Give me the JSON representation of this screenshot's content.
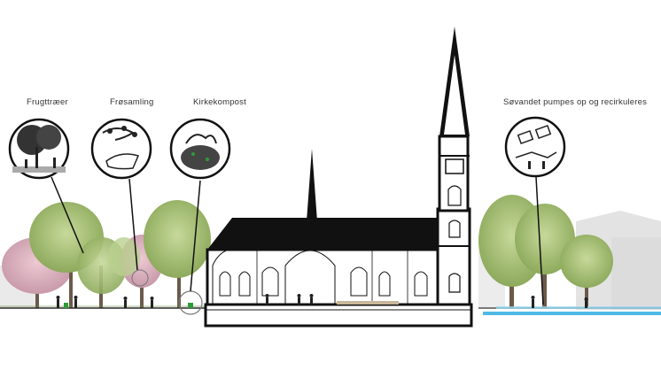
{
  "callouts": [
    {
      "id": "fruit-trees",
      "label": "Frugttræer",
      "icon": "fruit-tree-icon"
    },
    {
      "id": "seed-collection",
      "label": "Frøsamling",
      "icon": "seed-hand-icon"
    },
    {
      "id": "church-compost",
      "label": "Kirkekompost",
      "icon": "compost-icon"
    },
    {
      "id": "lake-water",
      "label": "Søvandet pumpes op og recirkuleres",
      "icon": "water-pump-icon"
    }
  ],
  "colors": {
    "building": "#111111",
    "ground": "#2b2b2b",
    "grass": "#6a8a3a",
    "water": "#4fb9e6",
    "foliage_green": "#9cb86a",
    "foliage_pink": "#d9a9b8",
    "ghost_building": "#e6e6e6"
  }
}
